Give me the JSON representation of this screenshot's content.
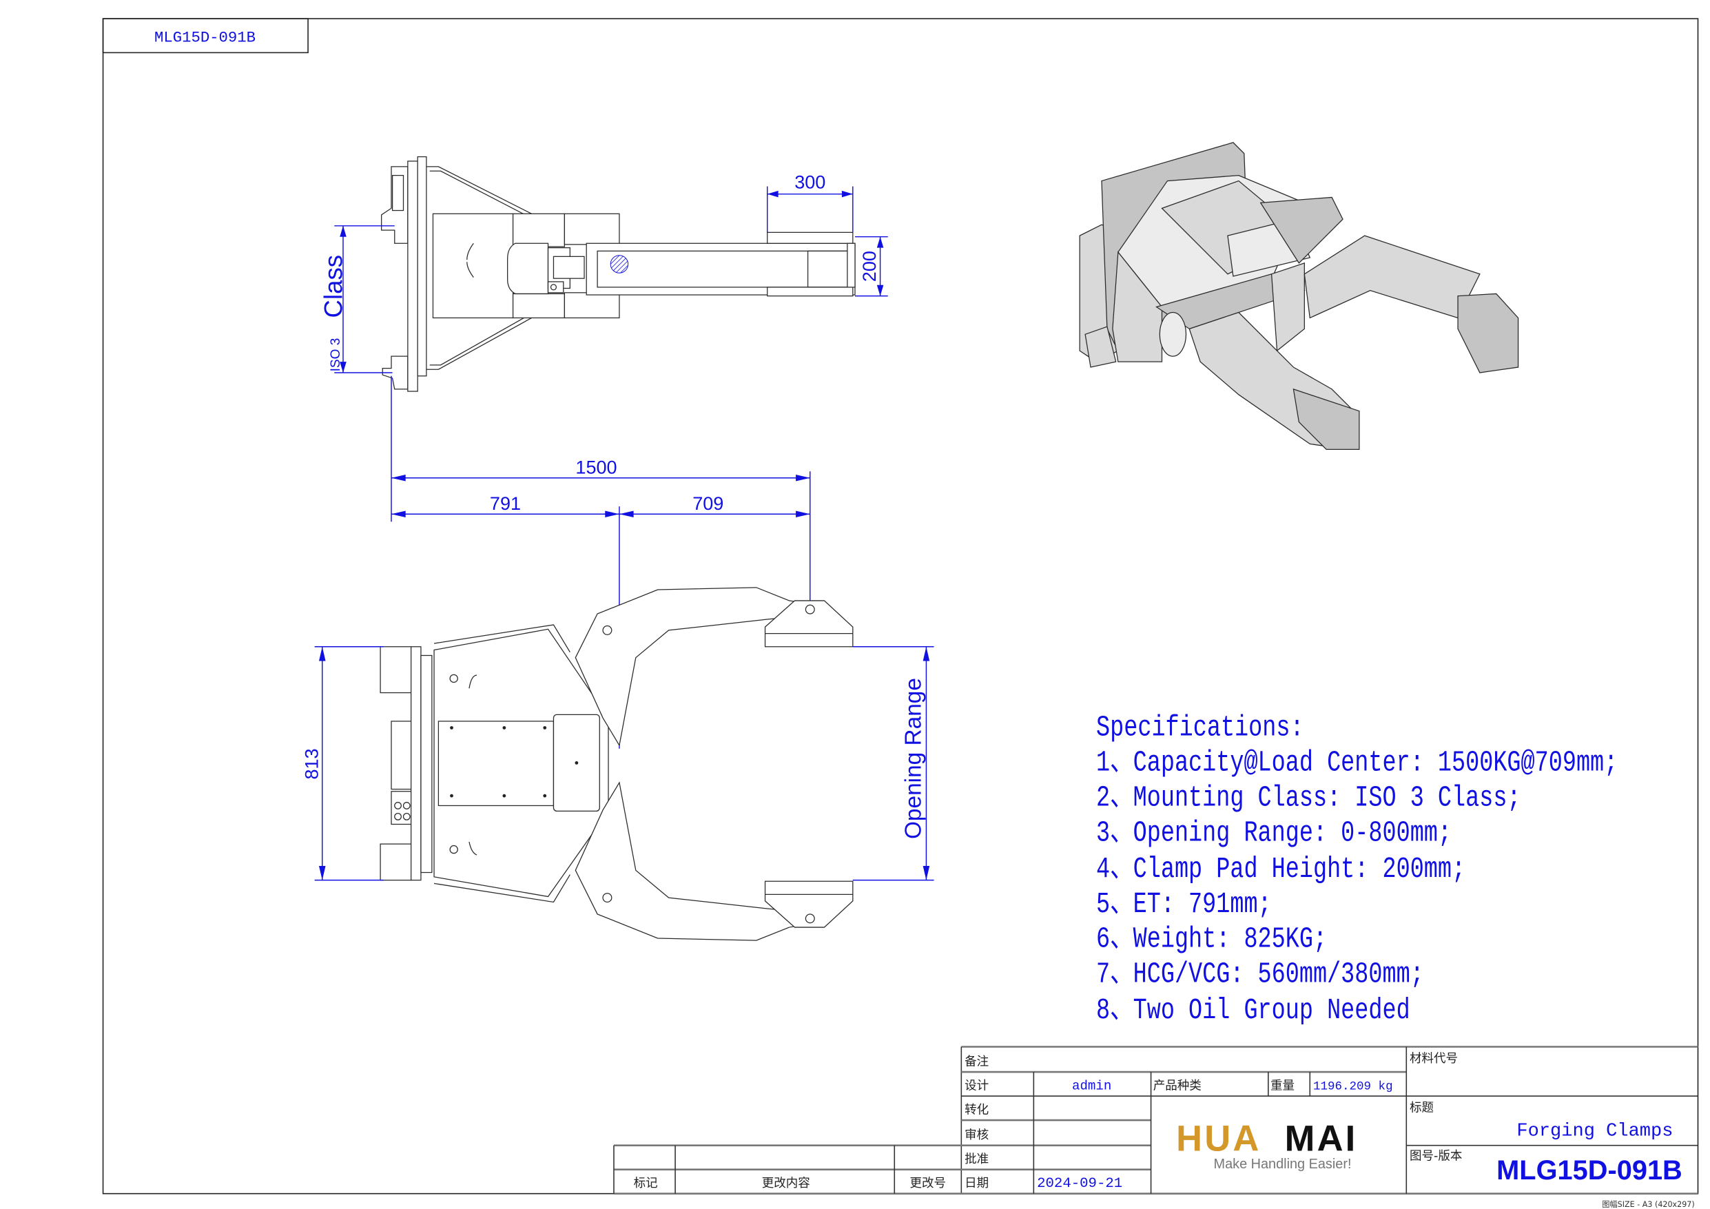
{
  "drawing_tab": "MLG15D-091B",
  "dimensions": {
    "d300": "300",
    "d200": "200",
    "iso_prefix": "ISO 3",
    "iso_class": "Class",
    "d1500": "1500",
    "d791": "791",
    "d709": "709",
    "d813": "813",
    "opening": "Opening Range"
  },
  "specs": {
    "title": "Specifications:",
    "items": [
      "1、Capacity@Load Center: 1500KG@709mm;",
      "2、Mounting Class: ISO 3 Class;",
      "3、Opening Range: 0-800mm;",
      "4、Clamp Pad Height: 200mm;",
      "5、ET: 791mm;",
      "6、Weight: 825KG;",
      "7、HCG/VCG: 560mm/380mm;",
      "8、Two Oil Group Needed"
    ]
  },
  "title_block": {
    "remark_label": "备注",
    "design_label": "设计",
    "designer": "admin",
    "product_type_label": "产品种类",
    "weight_label": "重量",
    "weight_value": "1196.209 kg",
    "convert_label": "转化",
    "review_label": "审核",
    "approve_label": "批准",
    "date_label": "日期",
    "date_value": "2024-09-21",
    "material_code_label": "材料代号",
    "title_label": "标题",
    "title_value": "Forging Clamps",
    "drawing_no_label": "图号-版本",
    "drawing_no_value": "MLG15D-091B",
    "mark_label": "标记",
    "change_content_label": "更改内容",
    "change_no_label": "更改号"
  },
  "logo": {
    "brand_a": "HUA",
    "brand_b": "MAI",
    "tagline": "Make Handling Easier!",
    "color_a": "#d4982a",
    "color_b": "#111111"
  },
  "sheet_size": "图幅SIZE - A3 (420x297)"
}
